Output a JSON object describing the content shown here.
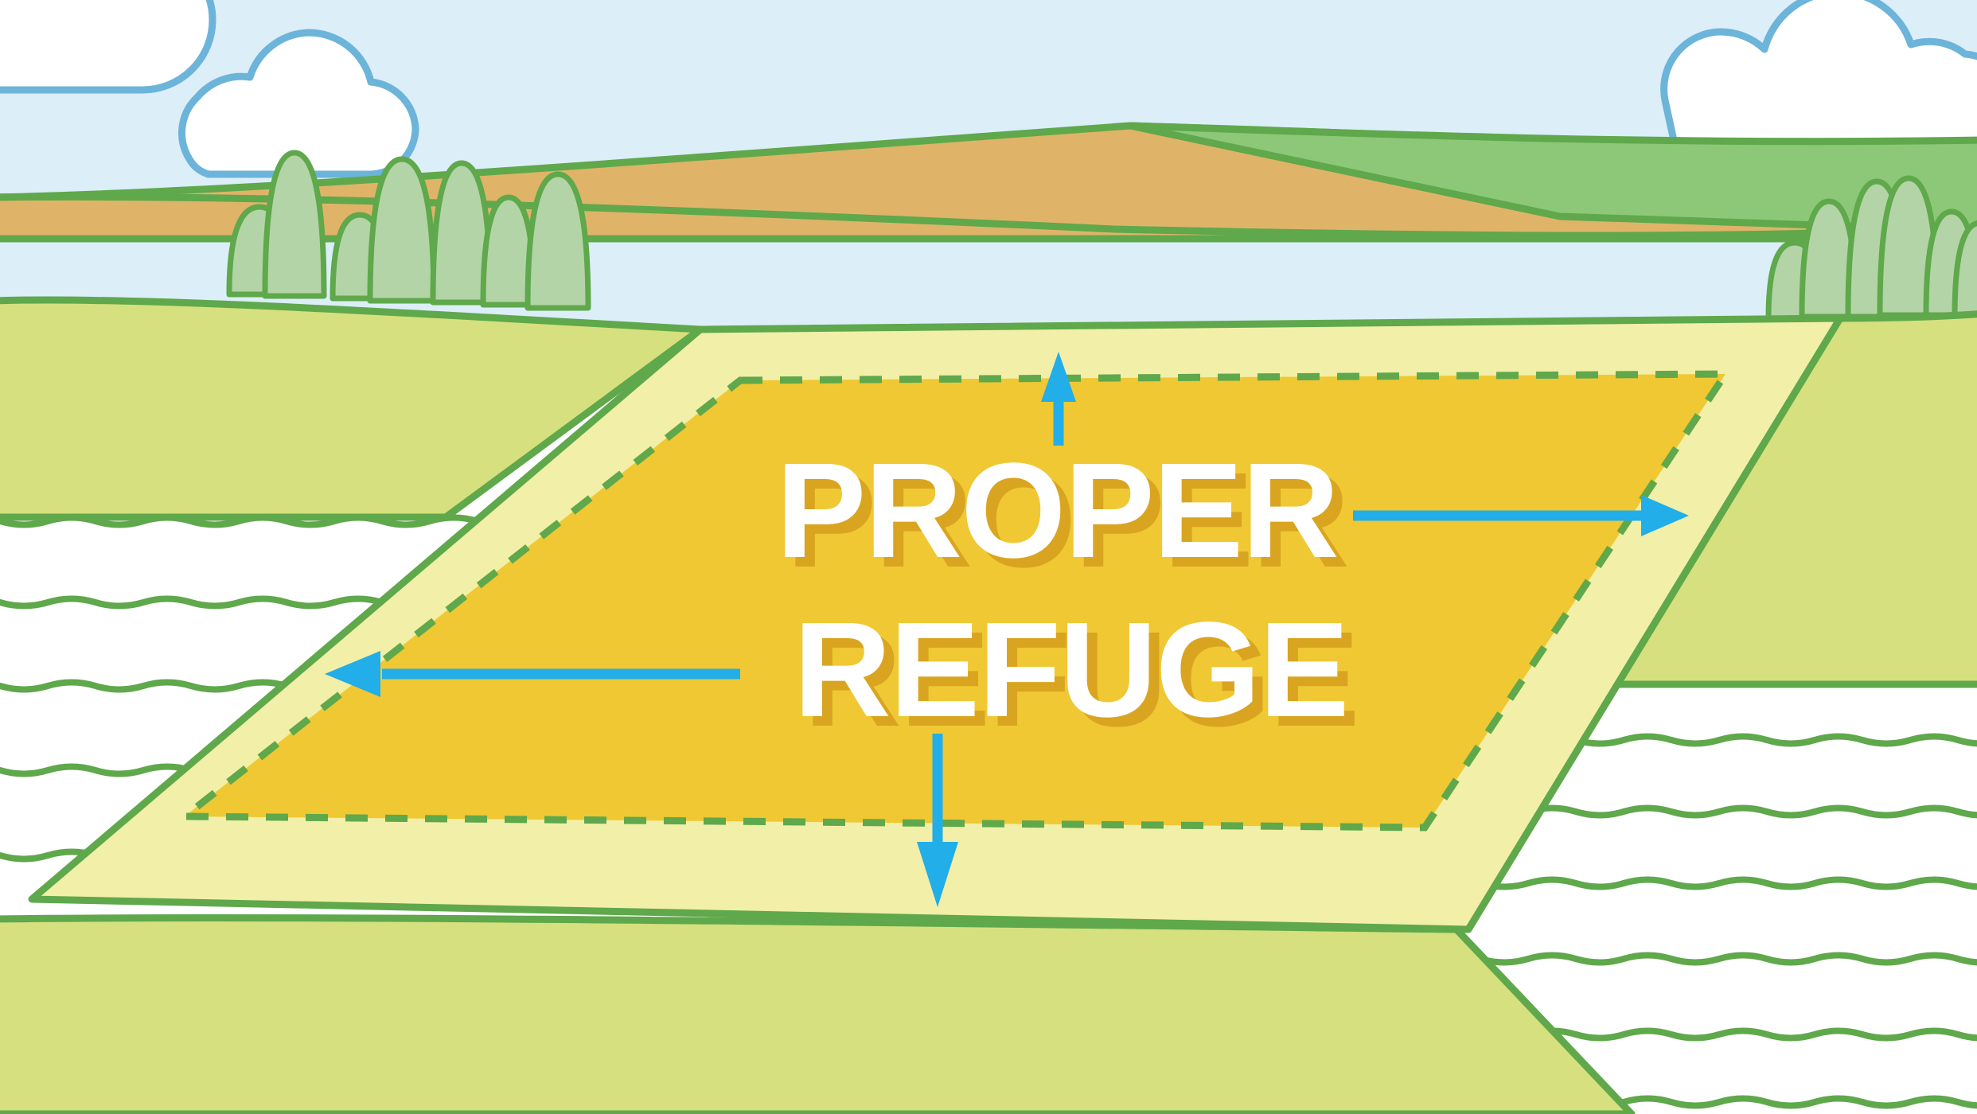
{
  "scene": {
    "title": "Proper Refuge",
    "kind": "agricultural-field-diagram"
  },
  "label": {
    "line1": "PROPER",
    "line2": "REFUGE",
    "text_color": "#FFFFFF",
    "shadow_color": "#D9A520"
  },
  "palette": {
    "sky": "#DCEEF8",
    "cloud_fill": "#FFFFFF",
    "cloud_stroke": "#6CB4D9",
    "hill_tan": "#DEB濃"
  },
  "colors": {
    "sky": "#DCEEF8",
    "cloud_fill": "#FFFFFF",
    "cloud_outline": "#6CB4D9",
    "tree_fill": "#B3D4A6",
    "tree_outline": "#5FA84B",
    "hill_tan": "#DFB469",
    "hill_green": "#8CC878",
    "field_green": "#D6E07E",
    "field_outline": "#5FA84B",
    "crop_white": "#FFFFFF",
    "crop_row_line": "#5FA84B",
    "buffer_pale_yellow": "#F2EFA8",
    "refuge_gold": "#EFC833",
    "refuge_dash": "#5FA84B",
    "arrow_blue": "#22AEE8",
    "label_white": "#FFFFFF",
    "label_shadow": "#D9A520"
  },
  "regions": [
    {
      "name": "sky",
      "label": "Sky",
      "color": "#DCEEF8"
    },
    {
      "name": "background-hill-tan",
      "label": "Background hill (tan crop)",
      "color": "#DFB469"
    },
    {
      "name": "background-hill-green",
      "label": "Background hill (green crop)",
      "color": "#8CC878"
    },
    {
      "name": "foreground-field-left",
      "label": "Foreground field left",
      "color": "#D6E07E"
    },
    {
      "name": "foreground-field-right",
      "label": "Foreground field right",
      "color": "#D6E07E"
    },
    {
      "name": "foreground-field-bottom",
      "label": "Foreground field bottom",
      "color": "#D6E07E"
    },
    {
      "name": "crop-field-left",
      "label": "Crop field left (rows)",
      "color": "#FFFFFF"
    },
    {
      "name": "crop-field-right",
      "label": "Crop field right (rows)",
      "color": "#FFFFFF"
    },
    {
      "name": "buffer-band",
      "label": "Buffer band around refuge",
      "color": "#F2EFA8"
    },
    {
      "name": "refuge-core",
      "label": "Refuge core area",
      "color": "#EFC833"
    }
  ],
  "clouds": [
    {
      "name": "cloud-top-left",
      "label": "Cloud top left"
    },
    {
      "name": "cloud-upper-left",
      "label": "Cloud upper left"
    },
    {
      "name": "cloud-top-right",
      "label": "Cloud top right"
    }
  ],
  "tree_clusters": [
    {
      "name": "tree-cluster-left",
      "label": "Tree cluster left",
      "count": 7
    },
    {
      "name": "tree-cluster-right",
      "label": "Tree cluster right",
      "count": 6
    }
  ],
  "arrows": [
    {
      "name": "arrow-up",
      "label": "Arrow up",
      "direction": "up",
      "color": "#22AEE8"
    },
    {
      "name": "arrow-right",
      "label": "Arrow right",
      "direction": "right",
      "color": "#22AEE8"
    },
    {
      "name": "arrow-left",
      "label": "Arrow left",
      "direction": "left",
      "color": "#22AEE8"
    },
    {
      "name": "arrow-down",
      "label": "Arrow down",
      "direction": "down",
      "color": "#22AEE8"
    }
  ],
  "refuge_boundary": {
    "style": "dashed",
    "color": "#5FA84B",
    "dash_pattern": "28 22",
    "width": 9
  }
}
